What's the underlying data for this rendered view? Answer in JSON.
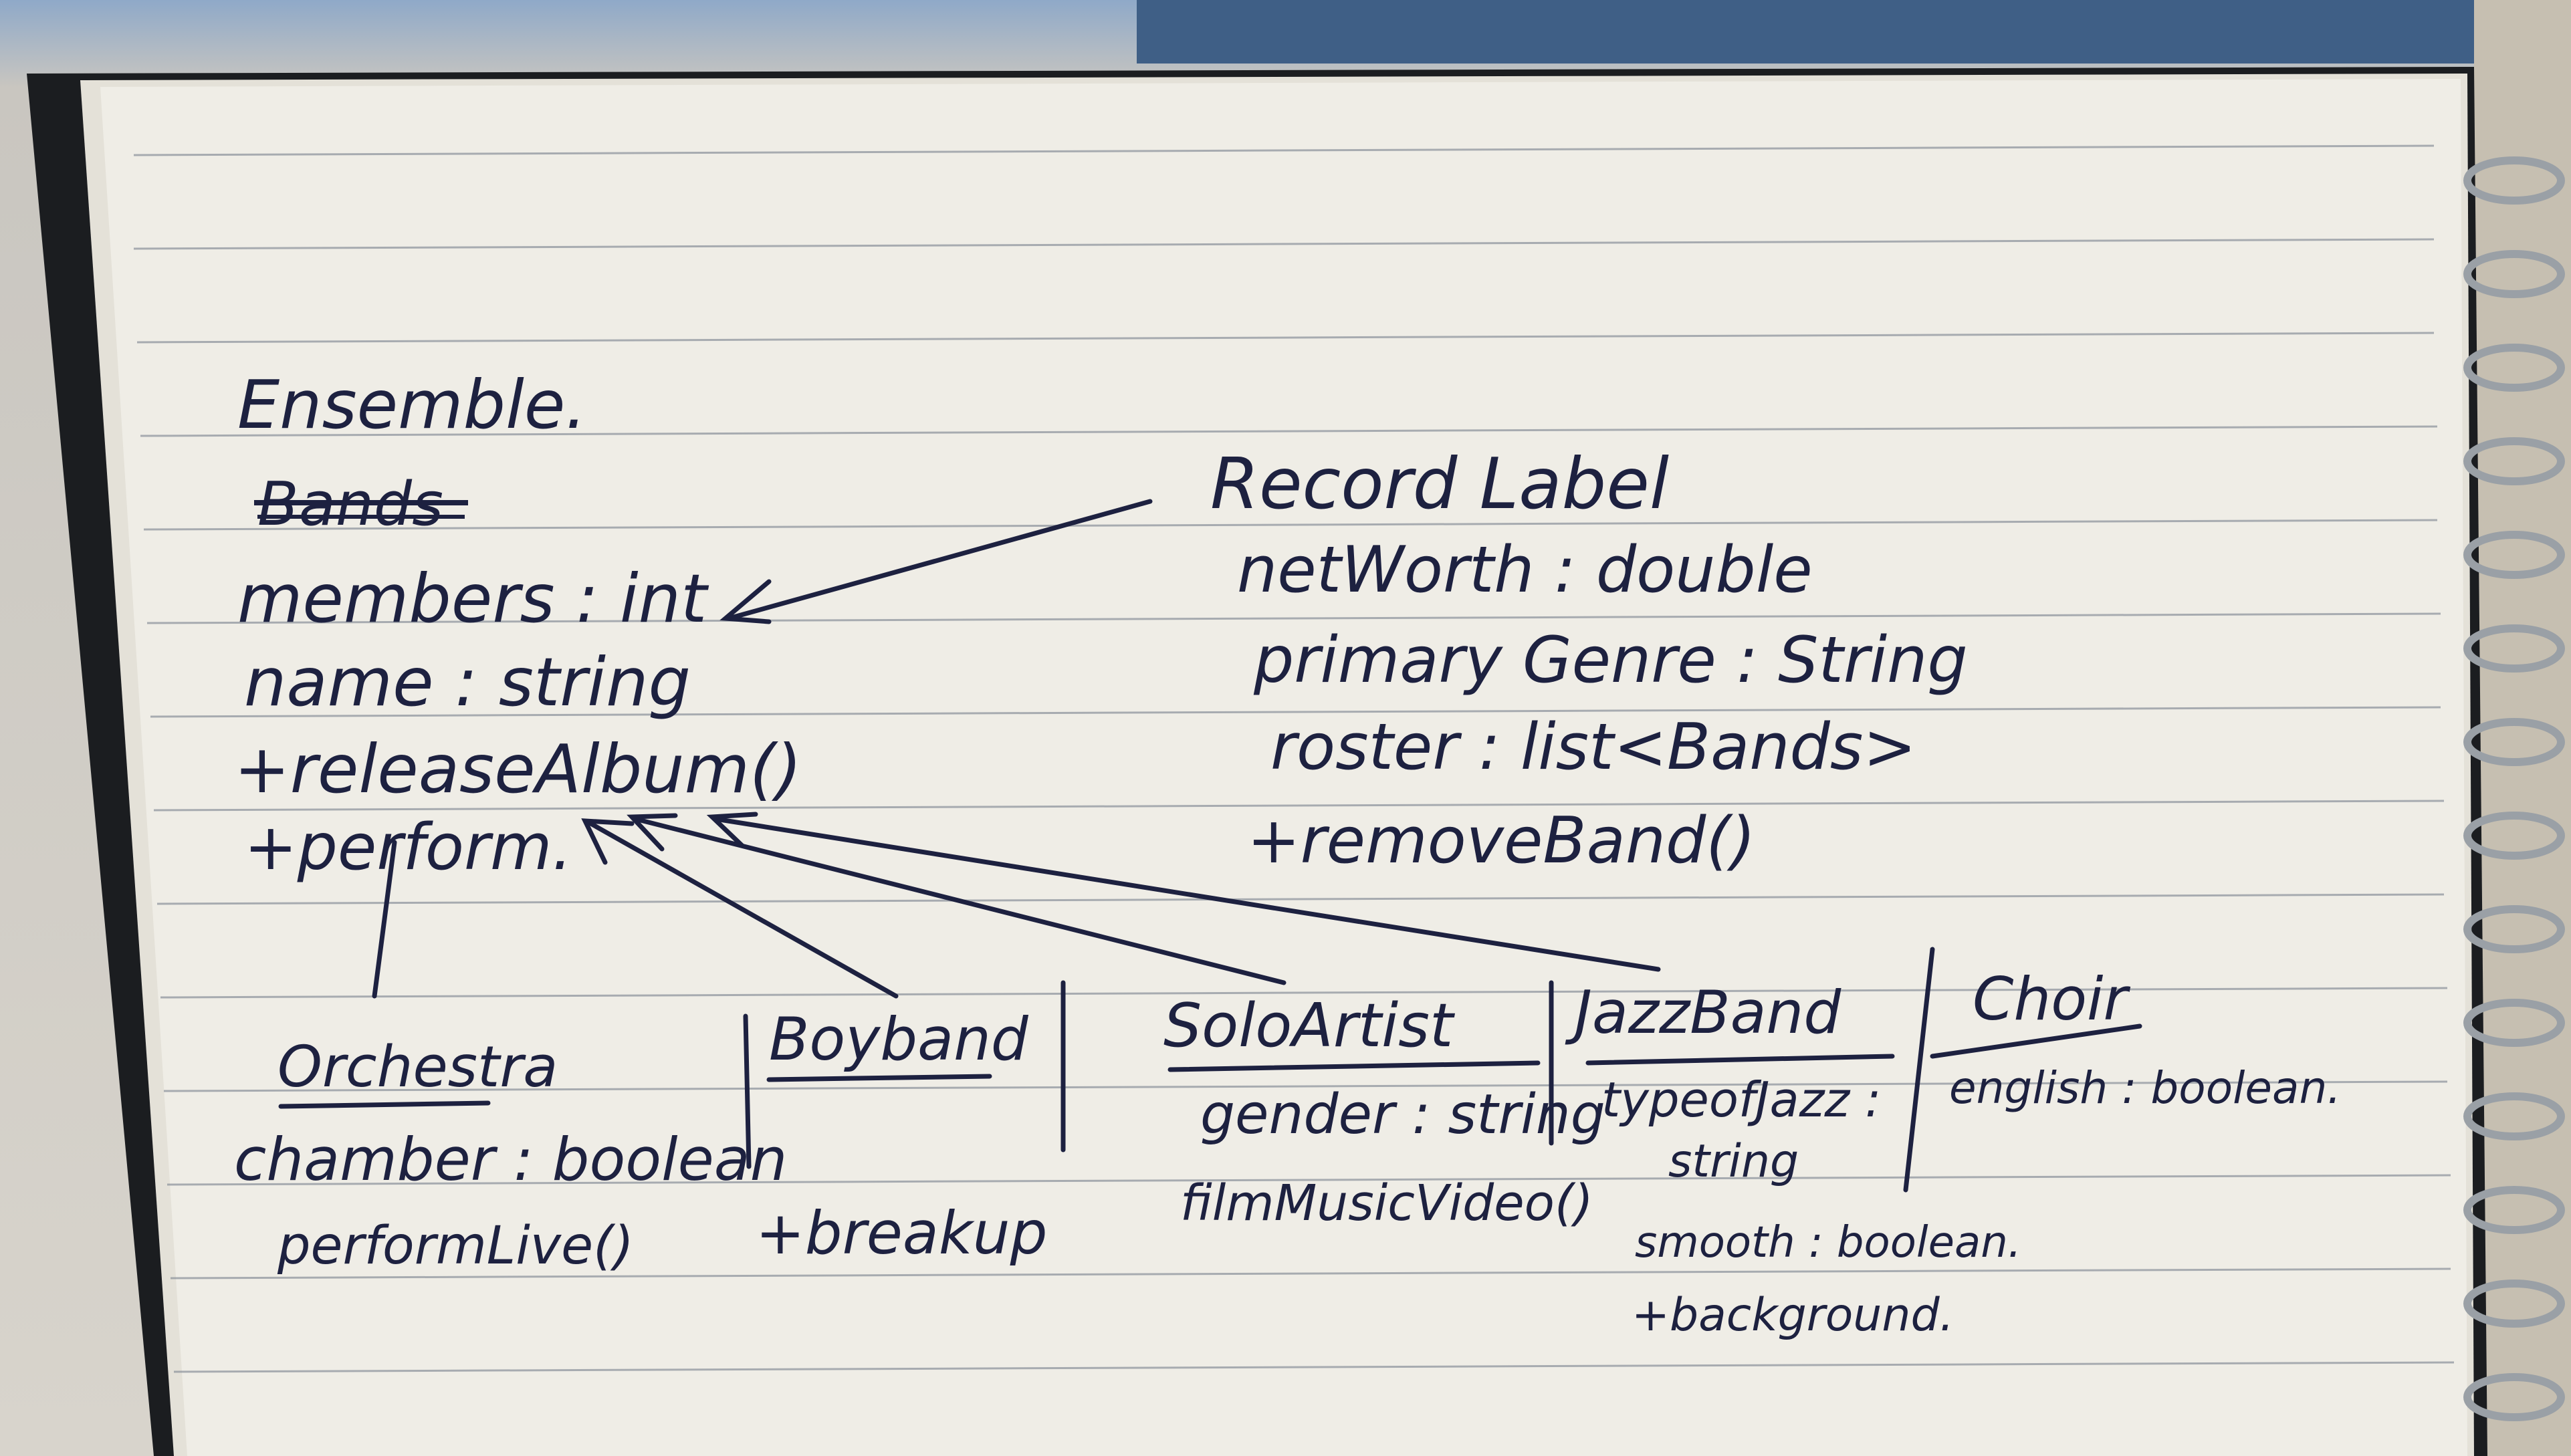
{
  "notebook": {
    "ensemble": {
      "title": "Ensemble.",
      "crossed_out": "Bands",
      "attributes": [
        "members : int",
        "name : string"
      ],
      "methods": [
        "+releaseAlbum()",
        "+perform."
      ]
    },
    "record_label": {
      "title": "Record Label",
      "attributes": [
        "netWorth : double",
        "primary Genre : String",
        "roster : list<Bands>"
      ],
      "methods": [
        "+removeBand()"
      ]
    },
    "subclasses": [
      {
        "name": "Orchestra",
        "lines": [
          "chamber : boolean",
          "performLive()"
        ]
      },
      {
        "name": "Boyband",
        "lines": [
          "+breakup"
        ]
      },
      {
        "name": "SoloArtist",
        "lines": [
          "gender : string",
          "filmMusicVideo()"
        ]
      },
      {
        "name": "JazzBand",
        "lines": [
          "typeofJazz :",
          "string",
          "smooth : boolean.",
          "+background."
        ]
      },
      {
        "name": "Choir",
        "lines": [
          "english : boolean."
        ]
      }
    ]
  },
  "colors": {
    "ink": "#1d2140",
    "paper": "#efede6",
    "rule_line": "#8f969e",
    "notebook_cover": "#1b1d20",
    "spiral": "#9aa0a6",
    "background_top": "#8fa9c8"
  }
}
